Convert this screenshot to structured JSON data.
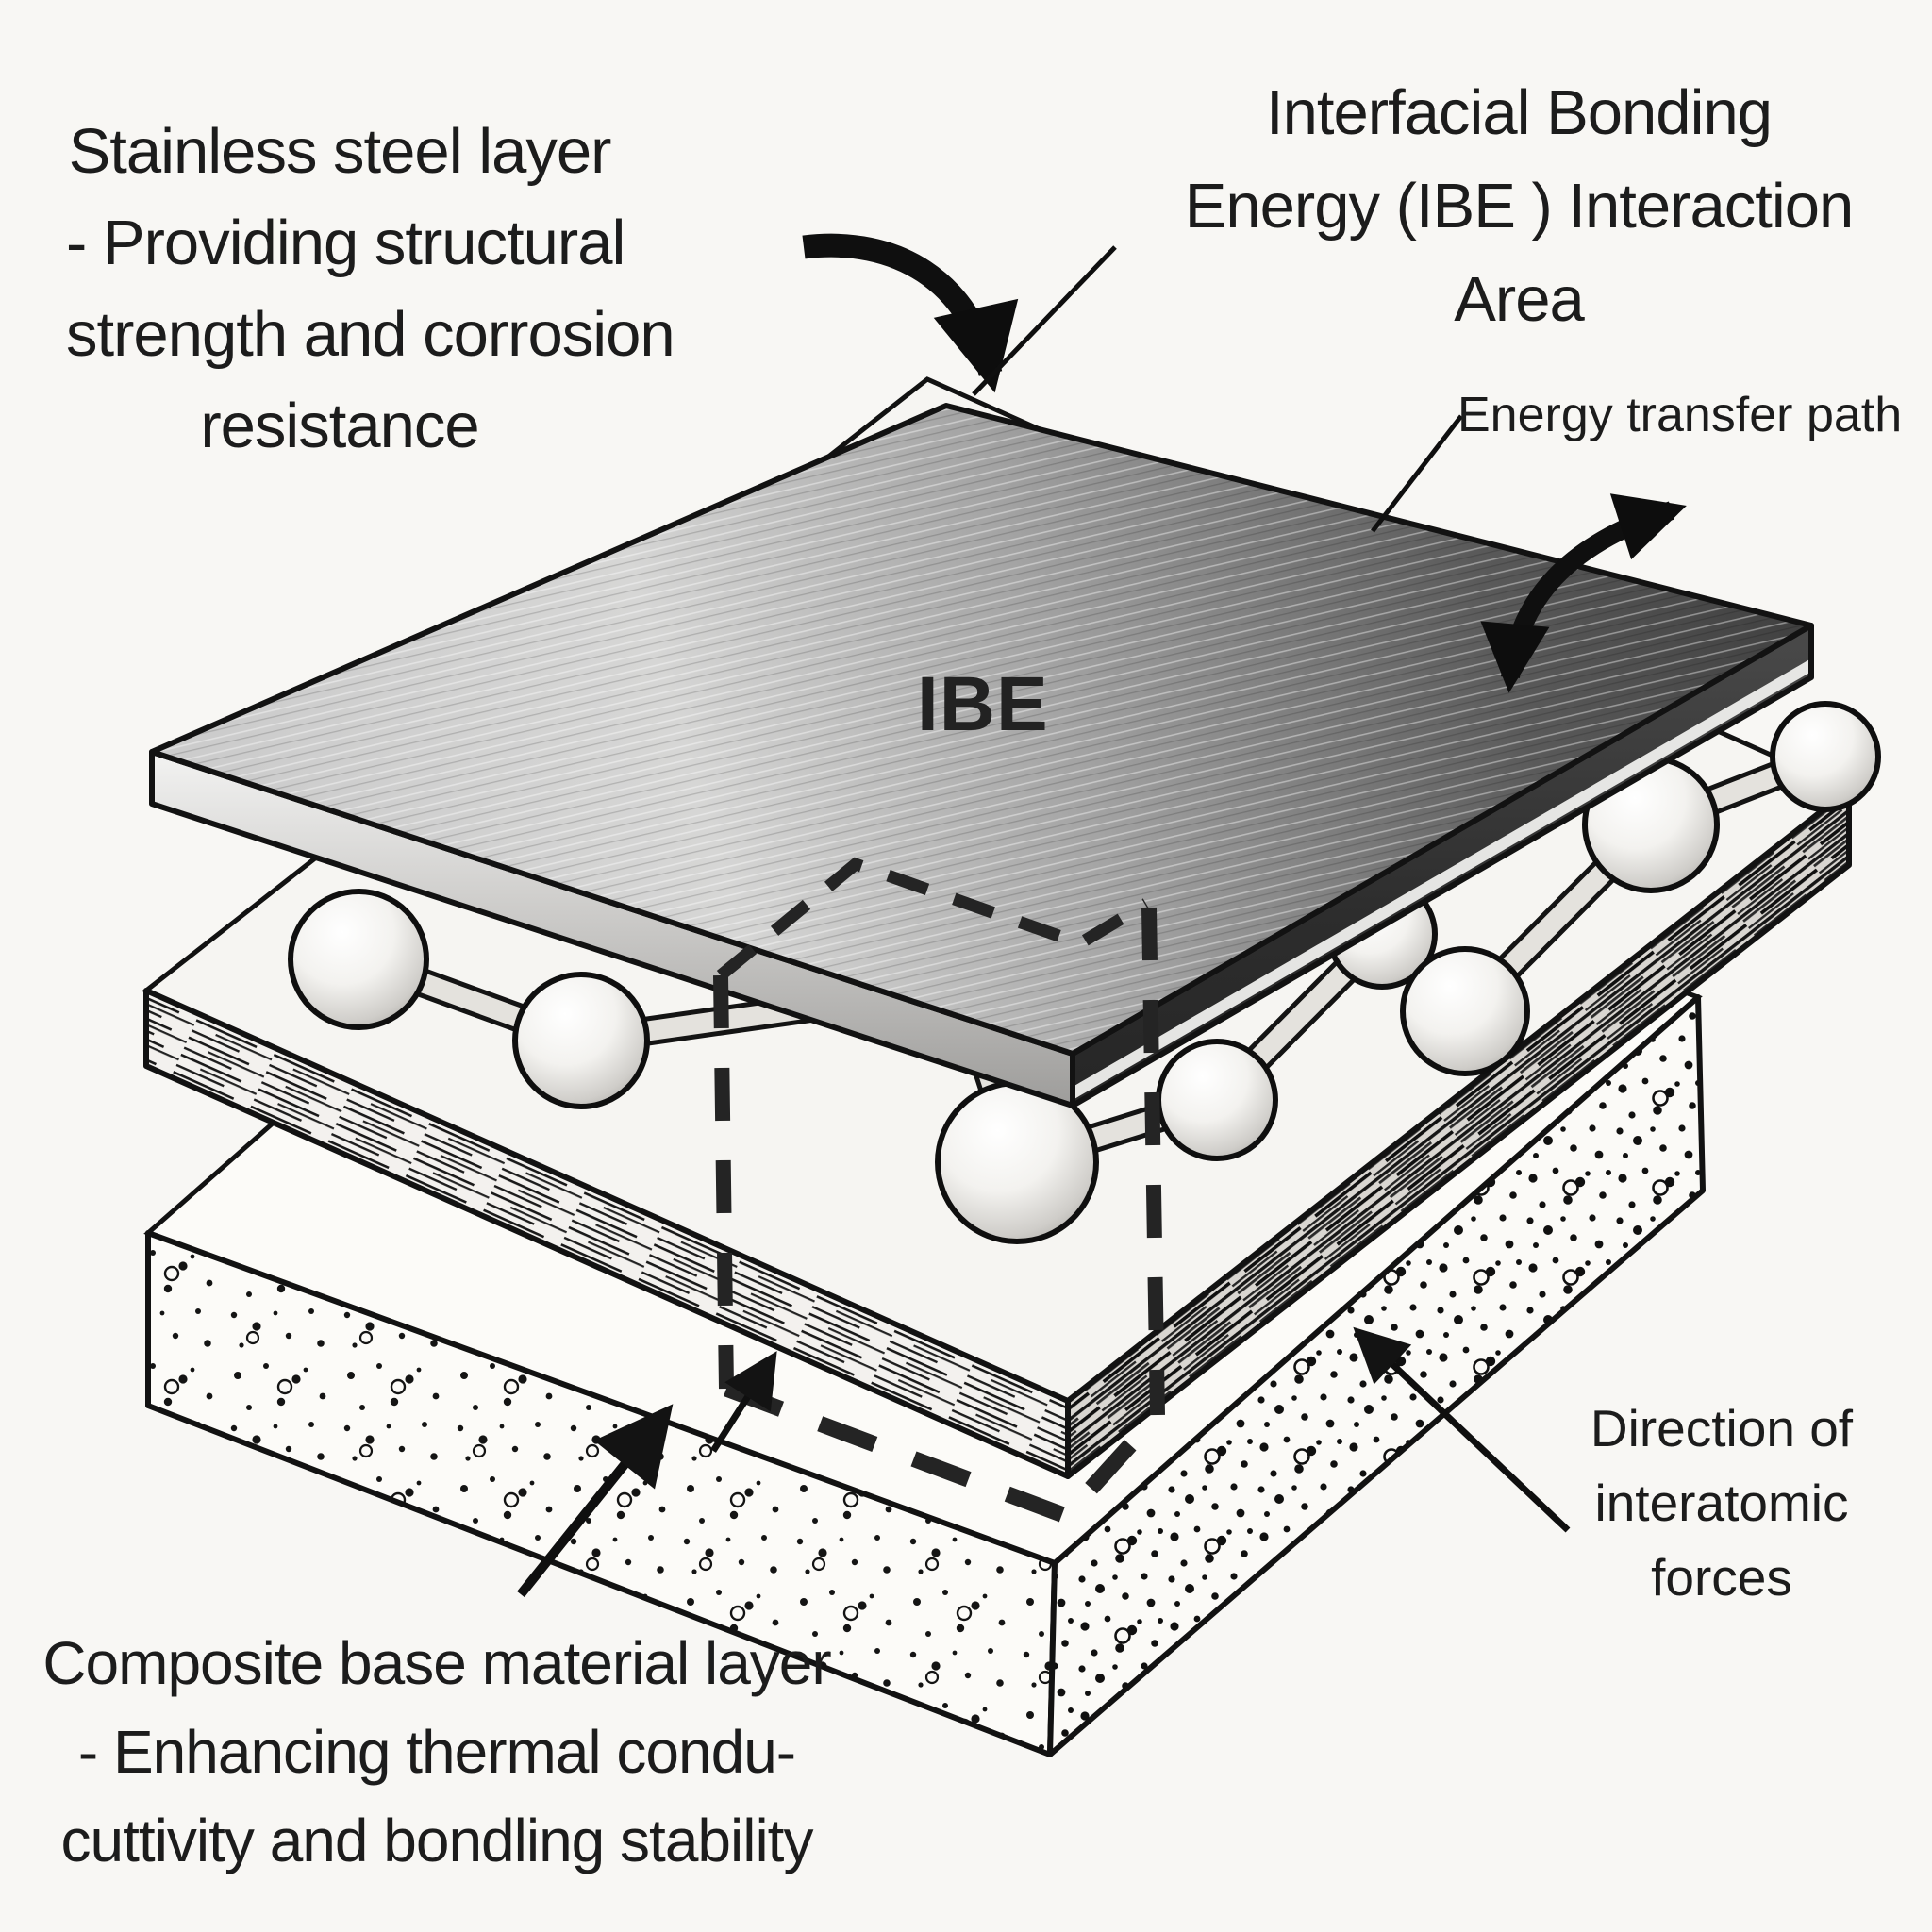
{
  "title_blocks": {
    "stainless": [
      "Stainless steel layer",
      "- Providing structural",
      "strength and corrosion",
      "resistance"
    ],
    "ibe_area": [
      "Interfacial Bonding",
      "Energy (IBE ) Interaction",
      "Area"
    ],
    "energy_transfer": "Energy transfer path",
    "ibe_label": "IBE",
    "direction": [
      "Direction of",
      "interatomic",
      "forces"
    ],
    "composite": [
      "Composite base material layer",
      "- Enhancing thermal condu-",
      "cuttivity and bondling stability"
    ]
  },
  "icons": {
    "ibe_pointer": "thick-curved-down-arrow",
    "energy_transfer_arrow": "curved-double-headed-arrow",
    "direction_arrow": "thin-up-left-arrow",
    "composite_leader_arrow": "thin-up-right-arrow",
    "composite_leader_arrow_small": "thin-up-right-arrow",
    "ibe_leader": "straight-leader-line",
    "energy_transfer_leader": "straight-leader-line"
  },
  "colors": {
    "background": "#f8f7f4",
    "ink": "#161616",
    "plate_light": "#d2d2d1",
    "plate_dark": "#3f3f3f",
    "plate_edge_dark": "#2e2e2e",
    "layer_face": "#f7f5f2",
    "sphere_fill": "#e9e7e3",
    "bond_fill": "#e3e1dc",
    "dash_color": "#222222"
  },
  "diagram": {
    "layers": [
      "stainless-steel-plate",
      "interface-molecular-layer",
      "composite-base-layer"
    ],
    "dashed_region": "IBE interaction prism"
  }
}
